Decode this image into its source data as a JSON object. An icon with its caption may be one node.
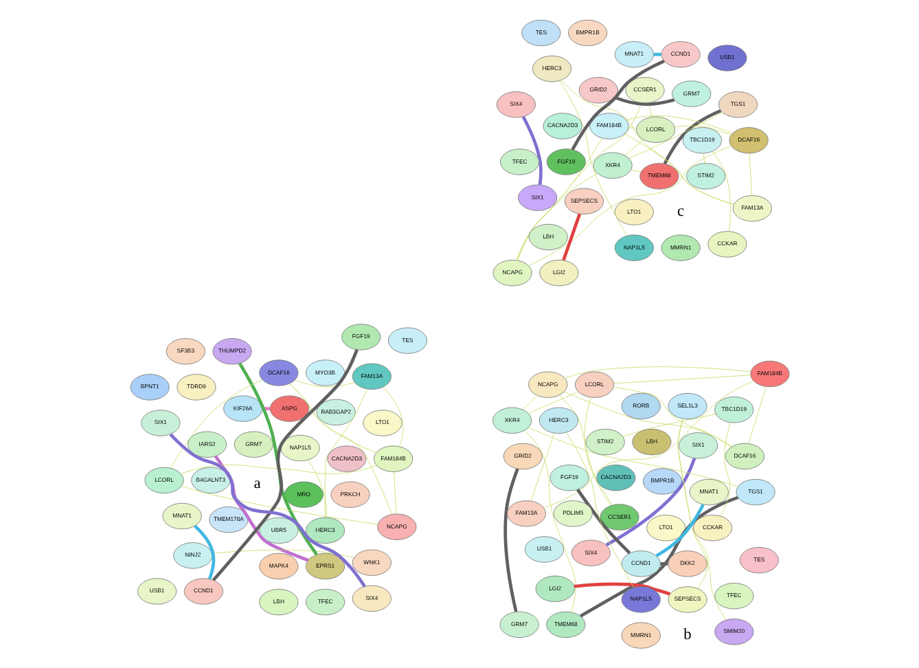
{
  "diagram": {
    "nodes": [
      {
        "text": [
          "NAP1L5"
        ]
      },
      {
        "text": [
          "MRO"
        ]
      },
      {
        "text": [
          "GRM7"
        ]
      },
      {
        "text": [
          "TMEM178A"
        ]
      },
      {
        "text": [
          "RAB3GAP2"
        ]
      },
      {
        "text": [
          "UBR5"
        ]
      },
      {
        "text": [
          "HERC3"
        ]
      },
      {
        "text": [
          "ASPG"
        ]
      },
      {
        "text": [
          "KIF26A"
        ]
      },
      {
        "text": [
          "CACNA2D3"
        ]
      },
      {
        "text": [
          "B4GALNT3"
        ]
      },
      {
        "text": [
          "PRKCH"
        ]
      },
      {
        "text": [
          "IARS2"
        ]
      },
      {
        "text": [
          "TDRD9"
        ]
      },
      {
        "text": [
          "NINJ2"
        ]
      },
      {
        "text": [
          "WNK1"
        ]
      },
      {
        "text": [
          "FAM13A"
        ]
      },
      {
        "text": [
          "MAPK4"
        ]
      },
      {
        "text": [
          "EPRS1"
        ]
      },
      {
        "text": [
          "MYO3B"
        ]
      },
      {
        "text": [
          "DCAF16"
        ]
      },
      {
        "text": [
          "MNAT1"
        ]
      },
      {
        "text": [
          "LTO1"
        ]
      },
      {
        "text": [
          "FAM184B"
        ]
      },
      {
        "text": [
          "LCORL"
        ]
      },
      {
        "text": [
          "NCAPG"
        ]
      },
      {
        "text": [
          "THUMPD2"
        ]
      },
      {
        "text": [
          "SF3B3"
        ]
      },
      {
        "text": [
          "SIX1"
        ]
      },
      {
        "text": [
          "USB1"
        ]
      },
      {
        "text": [
          "CCND1"
        ]
      },
      {
        "text": [
          "SIX4"
        ]
      },
      {
        "text": [
          "TES"
        ]
      },
      {
        "text": [
          "BPNT1"
        ]
      },
      {
        "text": [
          "LBH"
        ]
      },
      {
        "text": [
          "TFEC"
        ]
      },
      {
        "text": [
          "FGF19"
        ]
      },
      {
        "text": [
          "CCSER1"
        ]
      },
      {
        "text": [
          "BMPR1B"
        ]
      },
      {
        "text": [
          "LTO1"
        ]
      },
      {
        "text": [
          "CACNA2D3"
        ]
      },
      {
        "text": [
          "SIX4"
        ]
      },
      {
        "text": [
          "SIX1"
        ]
      },
      {
        "text": [
          "MMRN1"
        ]
      },
      {
        "text": [
          "NCAPG"
        ]
      },
      {
        "text": [
          "GRID2"
        ]
      },
      {
        "text": [
          "GRM7"
        ]
      },
      {
        "text": [
          "TMEM68"
        ]
      },
      {
        "text": [
          "SMIM20"
        ]
      },
      {
        "text": [
          "FAM184B"
        ]
      },
      {
        "text": [
          "XKR4"
        ]
      },
      {
        "text": [
          "LCORL"
        ]
      },
      {
        "text": [
          "SEL1L3"
        ]
      },
      {
        "text": [
          "RORB"
        ]
      },
      {
        "text": [
          "USB1"
        ]
      },
      {
        "text": [
          "DCAF16"
        ]
      },
      {
        "text": [
          "TGS1"
        ]
      },
      {
        "text": [
          "FAM13A"
        ]
      },
      {
        "text": [
          "TES"
        ]
      },
      {
        "text": [
          "SEPSECS"
        ]
      },
      {
        "text": [
          "CCKAR"
        ]
      },
      {
        "text": [
          "FGF19"
        ]
      },
      {
        "text": [
          "HERC3"
        ]
      },
      {
        "text": [
          "LGI2"
        ]
      },
      {
        "text": [
          "TFEC"
        ]
      },
      {
        "text": [
          "TBC1D19"
        ]
      },
      {
        "text": [
          "NAP1L5"
        ]
      },
      {
        "text": [
          "PDLIM5"
        ]
      },
      {
        "text": [
          "CCND1"
        ]
      },
      {
        "text": [
          "DKK2"
        ]
      },
      {
        "text": [
          "LBH"
        ]
      },
      {
        "text": [
          "STIM2"
        ]
      },
      {
        "text": [
          "MNAT1"
        ]
      },
      {
        "text": [
          "CCSER1"
        ]
      },
      {
        "text": [
          "GRID2"
        ]
      },
      {
        "text": [
          "GRM7"
        ]
      },
      {
        "text": [
          "LTO1"
        ]
      },
      {
        "text": [
          "NCAPG"
        ]
      },
      {
        "text": [
          "LGI2"
        ]
      },
      {
        "text": [
          "SEPSECS"
        ]
      },
      {
        "text": [
          "TMEM68"
        ]
      },
      {
        "text": [
          "FAM184B"
        ]
      },
      {
        "text": [
          "XKR4"
        ]
      },
      {
        "text": [
          "LCORL"
        ]
      },
      {
        "text": [
          "SIX4"
        ]
      },
      {
        "text": [
          "SIX1"
        ]
      },
      {
        "text": [
          "TGS1"
        ]
      },
      {
        "text": [
          "DCAF16"
        ]
      },
      {
        "text": [
          "TFEC"
        ]
      },
      {
        "text": [
          "FAM13A"
        ]
      },
      {
        "text": [
          "BMPR1B"
        ]
      },
      {
        "text": [
          "TES"
        ]
      },
      {
        "text": [
          "MNAT1"
        ]
      },
      {
        "text": [
          "HERC3"
        ]
      },
      {
        "text": [
          "LBH"
        ]
      },
      {
        "text": [
          "CCKAR"
        ]
      },
      {
        "text": [
          "USB1"
        ]
      },
      {
        "text": [
          "NAP1L5"
        ]
      },
      {
        "text": [
          "MMRN1"
        ]
      },
      {
        "text": [
          "CCND1"
        ]
      },
      {
        "text": [
          "CACNA2D3"
        ]
      },
      {
        "text": [
          "TBC1D19"
        ]
      },
      {
        "text": [
          "FGF19"
        ]
      },
      {
        "text": [
          "STIM2"
        ]
      }
    ],
    "edges": [
      {
        "from": 0,
        "to": 6,
        "arrow": "none"
      },
      {
        "from": 6,
        "to": 16,
        "arrow": "none"
      },
      {
        "from": 7,
        "to": 8,
        "arrow": "none",
        "style": "thick",
        "color": "#e87ab8"
      },
      {
        "from": 12,
        "to": 18,
        "arrow": "none",
        "style": "thick",
        "color": "#c070d0"
      },
      {
        "from": 18,
        "to": 26,
        "arrow": "none",
        "style": "thick",
        "color": "#50b050"
      },
      {
        "from": 15,
        "to": 14,
        "arrow": "none"
      },
      {
        "from": 16,
        "to": 20,
        "arrow": "none"
      },
      {
        "from": 16,
        "to": 23,
        "arrow": "none"
      },
      {
        "from": 20,
        "to": 23,
        "arrow": "none"
      },
      {
        "from": 20,
        "to": 24,
        "arrow": "none"
      },
      {
        "from": 20,
        "to": 25,
        "arrow": "none"
      },
      {
        "from": 23,
        "to": 24,
        "arrow": "none"
      },
      {
        "from": 23,
        "to": 25,
        "arrow": "none"
      },
      {
        "from": 24,
        "to": 25,
        "arrow": "none"
      },
      {
        "from": 31,
        "to": 28,
        "arrow": "none",
        "style": "thick",
        "color": "#8070d0"
      },
      {
        "from": 21,
        "to": 30,
        "arrow": "none",
        "style": "thick",
        "color": "#40b8e0"
      },
      {
        "from": 30,
        "to": 36,
        "arrow": "none",
        "style": "thick",
        "color": "#606060"
      },
      {
        "from": 37,
        "to": 51,
        "arrow": "none"
      },
      {
        "from": 37,
        "to": 44,
        "arrow": "none"
      },
      {
        "from": 47,
        "to": 50,
        "arrow": "none"
      },
      {
        "from": 47,
        "to": 56,
        "arrow": "none",
        "style": "thick",
        "color": "#606060"
      },
      {
        "from": 50,
        "to": 56,
        "arrow": "none"
      },
      {
        "from": 50,
        "to": 44,
        "arrow": "none"
      },
      {
        "from": 50,
        "to": 51,
        "arrow": "none"
      },
      {
        "from": 51,
        "to": 49,
        "arrow": "none"
      },
      {
        "from": 44,
        "to": 49,
        "arrow": "none"
      },
      {
        "from": 44,
        "to": 55,
        "arrow": "none"
      },
      {
        "from": 51,
        "to": 55,
        "arrow": "none"
      },
      {
        "from": 55,
        "to": 49,
        "arrow": "none"
      },
      {
        "from": 49,
        "to": 57,
        "arrow": "none"
      },
      {
        "from": 57,
        "to": 62,
        "arrow": "none"
      },
      {
        "from": 62,
        "to": 66,
        "arrow": "none"
      },
      {
        "from": 41,
        "to": 42,
        "arrow": "none",
        "style": "thick",
        "color": "#8070d0"
      },
      {
        "from": 45,
        "to": 46,
        "arrow": "none",
        "style": "thick",
        "color": "#606060"
      },
      {
        "from": 48,
        "to": 52,
        "arrow": "none"
      },
      {
        "from": 52,
        "to": 59,
        "arrow": "none"
      },
      {
        "from": 59,
        "to": 63,
        "arrow": "none",
        "style": "thick",
        "color": "#e04040"
      },
      {
        "from": 60,
        "to": 65,
        "arrow": "none"
      },
      {
        "from": 65,
        "to": 71,
        "arrow": "none"
      },
      {
        "from": 61,
        "to": 68,
        "arrow": "none",
        "style": "thick",
        "color": "#606060"
      },
      {
        "from": 68,
        "to": 69,
        "arrow": "none",
        "style": "thick",
        "color": "#606060"
      },
      {
        "from": 68,
        "to": 72,
        "arrow": "none",
        "style": "thick",
        "color": "#40b8e0"
      },
      {
        "from": 73,
        "to": 83,
        "arrow": "none"
      },
      {
        "from": 73,
        "to": 77,
        "arrow": "none"
      },
      {
        "from": 74,
        "to": 75,
        "arrow": "none",
        "style": "thick",
        "color": "#606060"
      },
      {
        "from": 78,
        "to": 79,
        "arrow": "none",
        "style": "thick",
        "color": "#e04040"
      },
      {
        "from": 80,
        "to": 86,
        "arrow": "none",
        "style": "thick",
        "color": "#606060"
      },
      {
        "from": 80,
        "to": 82,
        "arrow": "none"
      },
      {
        "from": 82,
        "to": 86,
        "arrow": "none"
      },
      {
        "from": 82,
        "to": 77,
        "arrow": "none"
      },
      {
        "from": 82,
        "to": 83,
        "arrow": "none"
      },
      {
        "from": 83,
        "to": 81,
        "arrow": "none"
      },
      {
        "from": 77,
        "to": 81,
        "arrow": "none"
      },
      {
        "from": 77,
        "to": 87,
        "arrow": "none"
      },
      {
        "from": 83,
        "to": 87,
        "arrow": "none"
      },
      {
        "from": 87,
        "to": 81,
        "arrow": "none"
      },
      {
        "from": 81,
        "to": 89,
        "arrow": "none"
      },
      {
        "from": 87,
        "to": 89,
        "arrow": "none"
      },
      {
        "from": 89,
        "to": 93,
        "arrow": "none"
      },
      {
        "from": 93,
        "to": 97,
        "arrow": "none"
      },
      {
        "from": 84,
        "to": 85,
        "arrow": "none",
        "style": "thick",
        "color": "#8070d0"
      },
      {
        "from": 92,
        "to": 99,
        "arrow": "none",
        "style": "thick",
        "color": "#40b8e0"
      },
      {
        "from": 99,
        "to": 102,
        "arrow": "none",
        "style": "thick",
        "color": "#606060"
      },
      {
        "from": 95,
        "to": 101,
        "arrow": "none"
      },
      {
        "from": 101,
        "to": 103,
        "arrow": "none"
      }
    ],
    "labels": [
      "a",
      "b",
      "c"
    ]
  }
}
